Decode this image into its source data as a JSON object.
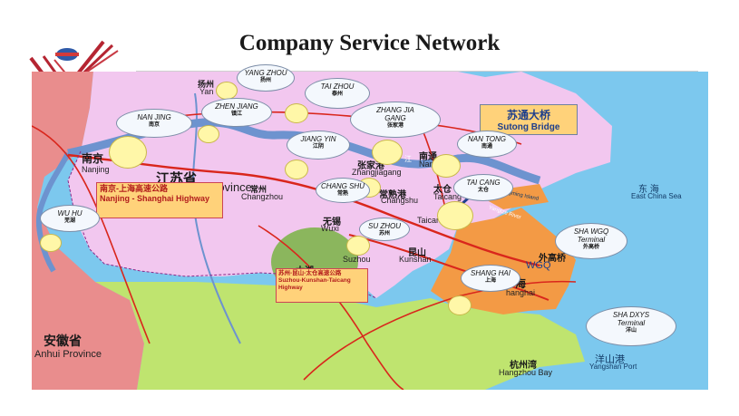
{
  "page": {
    "title": "Company Service Network"
  },
  "colors": {
    "sea": "#7cc8ee",
    "jiangsu": "#f2c7ef",
    "anhui": "#e98d8d",
    "zhejiang": "#bfe46f",
    "shanghai": "#f39a45",
    "lake": "#8bb65d",
    "river": "#6d93cf",
    "highway": "#d9261c"
  },
  "callouts": [
    {
      "en": "YANG ZHOU",
      "cn": "扬州"
    },
    {
      "en": "TAI ZHOU",
      "cn": "泰州"
    },
    {
      "en": "ZHEN JIANG",
      "cn": "镇江"
    },
    {
      "en": "NAN JING",
      "cn": "南京"
    },
    {
      "en": "ZHANG JIA GANG",
      "cn": "张家港"
    },
    {
      "en": "JIANG YIN",
      "cn": "江阴"
    },
    {
      "en": "NAN TONG",
      "cn": "南通"
    },
    {
      "en": "CHANG SHU",
      "cn": "常熟"
    },
    {
      "en": "TAI CANG",
      "cn": "太仓"
    },
    {
      "en": "SU ZHOU",
      "cn": "苏州"
    },
    {
      "en": "WU HU",
      "cn": "芜湖"
    },
    {
      "en": "SHA WGQ Terminal",
      "cn": "外高桥"
    },
    {
      "en": "SHANG HAI",
      "cn": "上海"
    },
    {
      "en": "SHA DXYS Terminal",
      "cn": "洋山"
    }
  ],
  "highways": {
    "nanjing": {
      "cn": "南京-上海高速公路",
      "en": "Nanjing - Shanghai Highway"
    },
    "suzhou": {
      "cn": "苏州-昆山-太仓高速公路",
      "en": "Suzhou-Kunshan-Taicang Highway"
    }
  },
  "bridge": {
    "cn": "苏通大桥",
    "en": "Sutong Bridge"
  },
  "places": {
    "yangzhou_cn": "扬州",
    "yangzhou_en": "Yan",
    "nanjing_cn": "南京",
    "nanjing_en": "Nanjing",
    "jiangsu_cn": "江苏省",
    "jiangsu_en": "rovince",
    "changzhou_cn": "常州",
    "changzhou_en": "Changzhou",
    "zhangjiagang_cn": "张家港",
    "zhangjiagang_en": "Zhangjiagang",
    "nantong_cn": "南通",
    "nantong_en": "Nan",
    "changshu_cn": "常熟港",
    "changshu_en": "Changshu",
    "wuxi_cn": "无锡",
    "wuxi_en": "Wuxi",
    "taicang_cn": "太仓",
    "taicang_en": "Taicang",
    "taicang2_en": "Taican",
    "kunshan_cn": "昆山",
    "kunshan_en": "Kunshan",
    "suzhou_en": "Suzhou",
    "taihu_cn": "太湖",
    "wgq_cn": "外高桥",
    "wgq_en": "WGQ",
    "shanghai_en": "hanghai",
    "shanghai_cn": "海",
    "anhui_cn": "安徽省",
    "anhui_en": "Anhui Province",
    "hangzhoubay_cn": "杭州湾",
    "hangzhoubay_en": "Hangzhou Bay",
    "yangshan_cn": "洋山港",
    "yangshan_en": "Yangshan Port",
    "eastsea_cn": "东 海",
    "eastsea_en": "East China Sea",
    "jiang_cn": "江",
    "yangtze": "Yangtze River",
    "chongming": "Chongming Island"
  }
}
